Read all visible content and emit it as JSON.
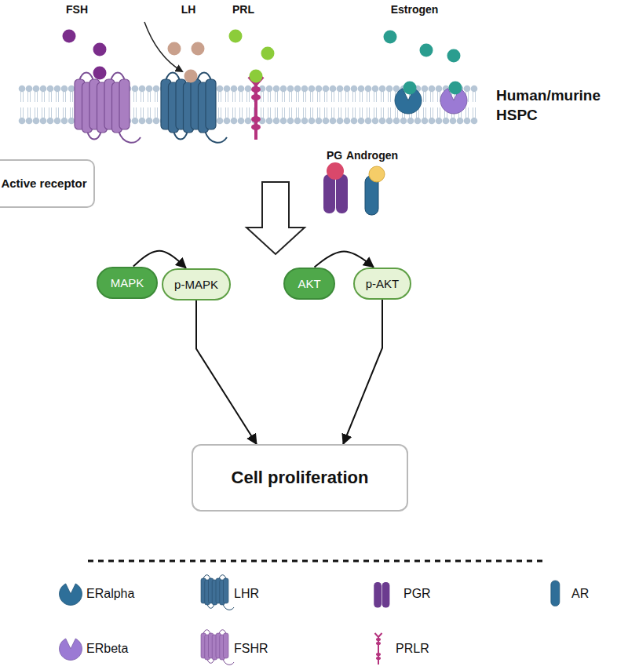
{
  "diagram": {
    "nodes": [
      {
        "text": [
          "Active receptor"
        ]
      },
      {
        "text": [
          "MAPK"
        ]
      },
      {
        "text": [
          "p-MAPK"
        ]
      },
      {
        "text": [
          "AKT"
        ]
      },
      {
        "text": [
          "p-AKT"
        ]
      },
      {
        "text": [
          "Cell proliferation"
        ]
      }
    ],
    "edges": [
      {
        "from": 1,
        "to": 2,
        "arrow": "to"
      },
      {
        "from": 3,
        "to": 4,
        "arrow": "to"
      },
      {
        "from": 2,
        "to": 5,
        "arrow": "to"
      },
      {
        "from": 4,
        "to": 5,
        "arrow": "to"
      }
    ],
    "labels": [
      "FSH",
      "LH",
      "PRL",
      "Estrogen",
      "Human/murine HSPC",
      "PG",
      "Androgen"
    ],
    "legend": [
      {
        "text": "ERalpha"
      },
      {
        "text": "LHR"
      },
      {
        "text": "PGR"
      },
      {
        "text": "AR"
      },
      {
        "text": "ERbeta"
      },
      {
        "text": "FSHR"
      },
      {
        "text": "PRLR"
      }
    ]
  }
}
